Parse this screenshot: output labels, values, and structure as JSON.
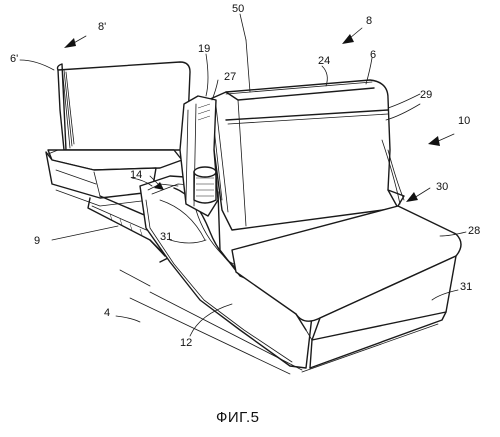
{
  "figure": {
    "caption": "ФИГ.5",
    "labels": {
      "l50": "50",
      "l8p": "8'",
      "l8": "8",
      "l6p": "6'",
      "l19": "19",
      "l24": "24",
      "l6": "6",
      "l27": "27",
      "l29": "29",
      "l10": "10",
      "l14": "14",
      "l30": "30",
      "l28": "28",
      "l9": "9",
      "l31a": "31",
      "l31b": "31",
      "l4": "4",
      "l12": "12"
    }
  }
}
